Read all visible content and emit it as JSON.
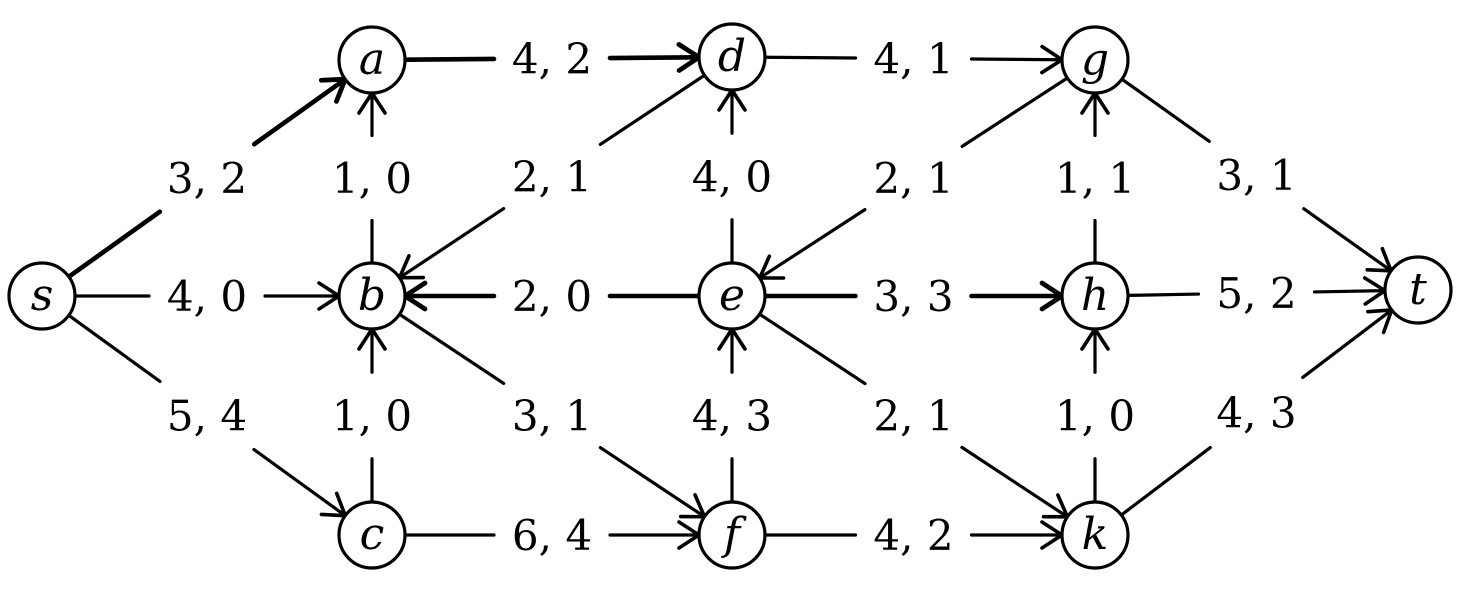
{
  "nodes": [
    {
      "id": "s",
      "label": "s"
    },
    {
      "id": "a",
      "label": "a"
    },
    {
      "id": "b",
      "label": "b"
    },
    {
      "id": "c",
      "label": "c"
    },
    {
      "id": "d",
      "label": "d"
    },
    {
      "id": "e",
      "label": "e"
    },
    {
      "id": "f",
      "label": "f"
    },
    {
      "id": "g",
      "label": "g"
    },
    {
      "id": "h",
      "label": "h"
    },
    {
      "id": "k",
      "label": "k"
    },
    {
      "id": "t",
      "label": "t"
    }
  ],
  "edges": [
    {
      "from": "s",
      "to": "a",
      "label": "3, 2",
      "thick": true
    },
    {
      "from": "s",
      "to": "b",
      "label": "4, 0",
      "thick": false
    },
    {
      "from": "s",
      "to": "c",
      "label": "5, 4",
      "thick": false
    },
    {
      "from": "b",
      "to": "a",
      "label": "1, 0",
      "thick": false
    },
    {
      "from": "c",
      "to": "b",
      "label": "1, 0",
      "thick": false
    },
    {
      "from": "a",
      "to": "d",
      "label": "4, 2",
      "thick": true
    },
    {
      "from": "d",
      "to": "b",
      "label": "2, 1",
      "thick": false
    },
    {
      "from": "e",
      "to": "b",
      "label": "2, 0",
      "thick": true
    },
    {
      "from": "b",
      "to": "f",
      "label": "3, 1",
      "thick": false
    },
    {
      "from": "c",
      "to": "f",
      "label": "6, 4",
      "thick": false
    },
    {
      "from": "e",
      "to": "d",
      "label": "4, 0",
      "thick": false
    },
    {
      "from": "f",
      "to": "e",
      "label": "4, 3",
      "thick": false
    },
    {
      "from": "d",
      "to": "g",
      "label": "4, 1",
      "thick": false
    },
    {
      "from": "g",
      "to": "e",
      "label": "2, 1",
      "thick": false
    },
    {
      "from": "e",
      "to": "h",
      "label": "3, 3",
      "thick": true
    },
    {
      "from": "e",
      "to": "k",
      "label": "2, 1",
      "thick": false
    },
    {
      "from": "f",
      "to": "k",
      "label": "4, 2",
      "thick": false
    },
    {
      "from": "h",
      "to": "g",
      "label": "1, 1",
      "thick": false
    },
    {
      "from": "k",
      "to": "h",
      "label": "1, 0",
      "thick": false
    },
    {
      "from": "g",
      "to": "t",
      "label": "3, 1",
      "thick": false
    },
    {
      "from": "h",
      "to": "t",
      "label": "5, 2",
      "thick": false
    },
    {
      "from": "k",
      "to": "t",
      "label": "4, 3",
      "thick": false
    }
  ]
}
